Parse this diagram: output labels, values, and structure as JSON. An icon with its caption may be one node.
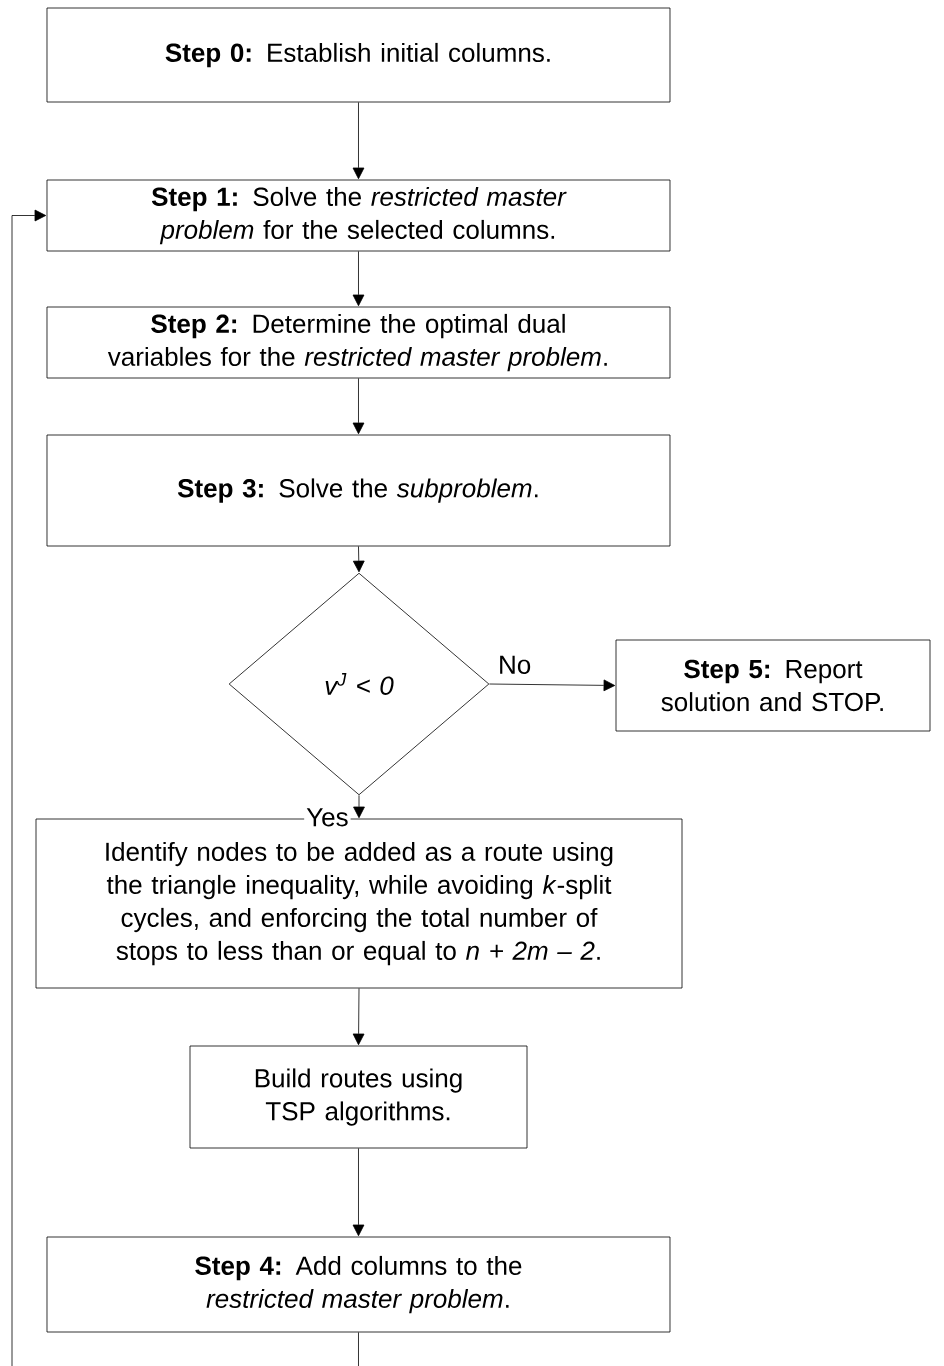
{
  "diagram": {
    "nodes": [
      {
        "text": [
          "**Step 0:** Establish initial columns."
        ]
      },
      {
        "text": [
          "**Step 1:** Solve the *restricted master problem* for the selected columns."
        ]
      },
      {
        "text": [
          "**Step 2:** Determine the optimal dual variables for the *restricted master problem*."
        ]
      },
      {
        "text": [
          "**Step 3:** Solve the *subproblem*."
        ]
      },
      {
        "text": [
          "v$^{J}$ < 0"
        ]
      },
      {
        "text": [
          "**Step 5:** Report solution and STOP."
        ]
      },
      {
        "text": [
          "Identify nodes to be added as a route using the triangle inequality, while avoiding *k*-split cycles, and enforcing the total number of stops to less than or equal to *n + 2m – 2*."
        ]
      },
      {
        "text": [
          "Build routes using TSP algorithms."
        ]
      },
      {
        "text": [
          "**Step 4:** Add columns to the *restricted master problem*."
        ]
      }
    ],
    "edges": [
      {
        "from": 0,
        "to": 1,
        "arrow": "to"
      },
      {
        "from": 1,
        "to": 2,
        "arrow": "to"
      },
      {
        "from": 2,
        "to": 3,
        "arrow": "to"
      },
      {
        "from": 3,
        "to": 4,
        "arrow": "to"
      },
      {
        "from": 4,
        "to": 5,
        "arrow": "to",
        "label": "No"
      },
      {
        "from": 4,
        "to": 6,
        "arrow": "to",
        "label": "Yes"
      },
      {
        "from": 6,
        "to": 7,
        "arrow": "to"
      },
      {
        "from": 7,
        "to": 8,
        "arrow": "to"
      },
      {
        "from": 8,
        "to": 1,
        "arrow": "to"
      }
    ]
  }
}
